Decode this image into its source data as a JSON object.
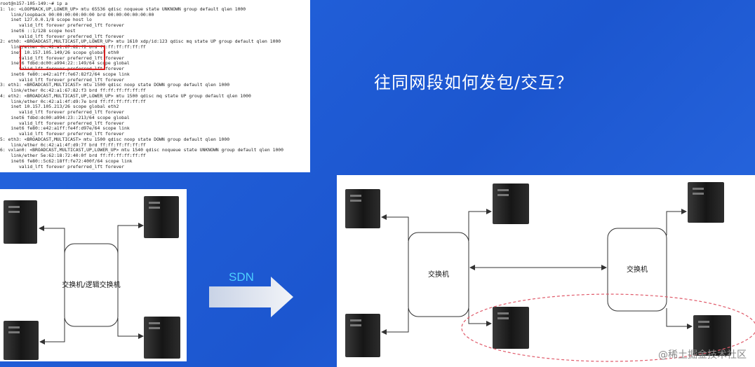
{
  "terminal": {
    "lines": [
      "root@n157-105-149:~# ip a",
      "1: lo: <LOOPBACK,UP,LOWER_UP> mtu 65536 qdisc noqueue state UNKNOWN group default qlen 1000",
      "    link/loopback 00:00:00:00:00:00 brd 00:00:00:00:00:00",
      "    inet 127.0.0.1/8 scope host lo",
      "       valid_lft forever preferred_lft forever",
      "    inet6 ::1/128 scope host",
      "       valid_lft forever preferred_lft forever",
      "2: eth0: <BROADCAST,MULTICAST,UP,LOWER_UP> mtu 1610 xdp/id:123 qdisc mq state UP group default qlen 1000",
      "    link/ether 0c:42:a1:67:82:f2 brd ff:ff:ff:ff:ff:ff",
      "    inet 10.157.105.149/26 scope global eth0",
      "       valid_lft forever preferred_lft forever",
      "    inet6 fdbd:dc00:a994:22::149/64 scope global",
      "       valid_lft forever preferred_lft forever",
      "    inet6 fe80::e42:a1ff:fe67:82f2/64 scope link",
      "       valid_lft forever preferred_lft forever",
      "3: eth1: <BROADCAST,MULTICAST> mtu 1500 qdisc noop state DOWN group default qlen 1000",
      "    link/ether 0c:42:a1:67:82:f3 brd ff:ff:ff:ff:ff:ff",
      "4: eth2: <BROADCAST,MULTICAST,UP,LOWER_UP> mtu 1500 qdisc mq state UP group default qlen 1000",
      "    link/ether 0c:42:a1:4f:d9:7e brd ff:ff:ff:ff:ff:ff",
      "    inet 10.157.105.213/26 scope global eth2",
      "       valid_lft forever preferred_lft forever",
      "    inet6 fdbd:dc00:a994:23::213/64 scope global",
      "       valid_lft forever preferred_lft forever",
      "    inet6 fe80::e42:a1ff:fe4f:d97e/64 scope link",
      "       valid_lft forever preferred_lft forever",
      "5: eth3: <BROADCAST,MULTICAST> mtu 1500 qdisc noop state DOWN group default qlen 1000",
      "    link/ether 0c:42:a1:4f:d9:7f brd ff:ff:ff:ff:ff:ff",
      "6: vxlan0: <BROADCAST,MULTICAST,UP,LOWER_UP> mtu 1540 qdisc noqueue state UNKNOWN group default qlen 1000",
      "    link/ether 5e:62:18:72:40:0f brd ff:ff:ff:ff:ff:ff",
      "    inet6 fe80::5c62:18ff:fe72:400f/64 scope link",
      "       valid_lft forever preferred_lft forever"
    ]
  },
  "question": "往同网段如何发包/交互？",
  "left_diagram": {
    "switch_label": "交换机/逻辑交换机"
  },
  "right_diagram": {
    "switch_left_label": "交换机",
    "switch_right_label": "交换机"
  },
  "sdn_label": "SDN",
  "watermark": "@稀土掘金技术社区",
  "colors": {
    "background": "#1f5fd6",
    "highlight": "#d62020",
    "dashed_ellipse": "#e05a6a",
    "sdn_text": "#4dd0ff"
  }
}
